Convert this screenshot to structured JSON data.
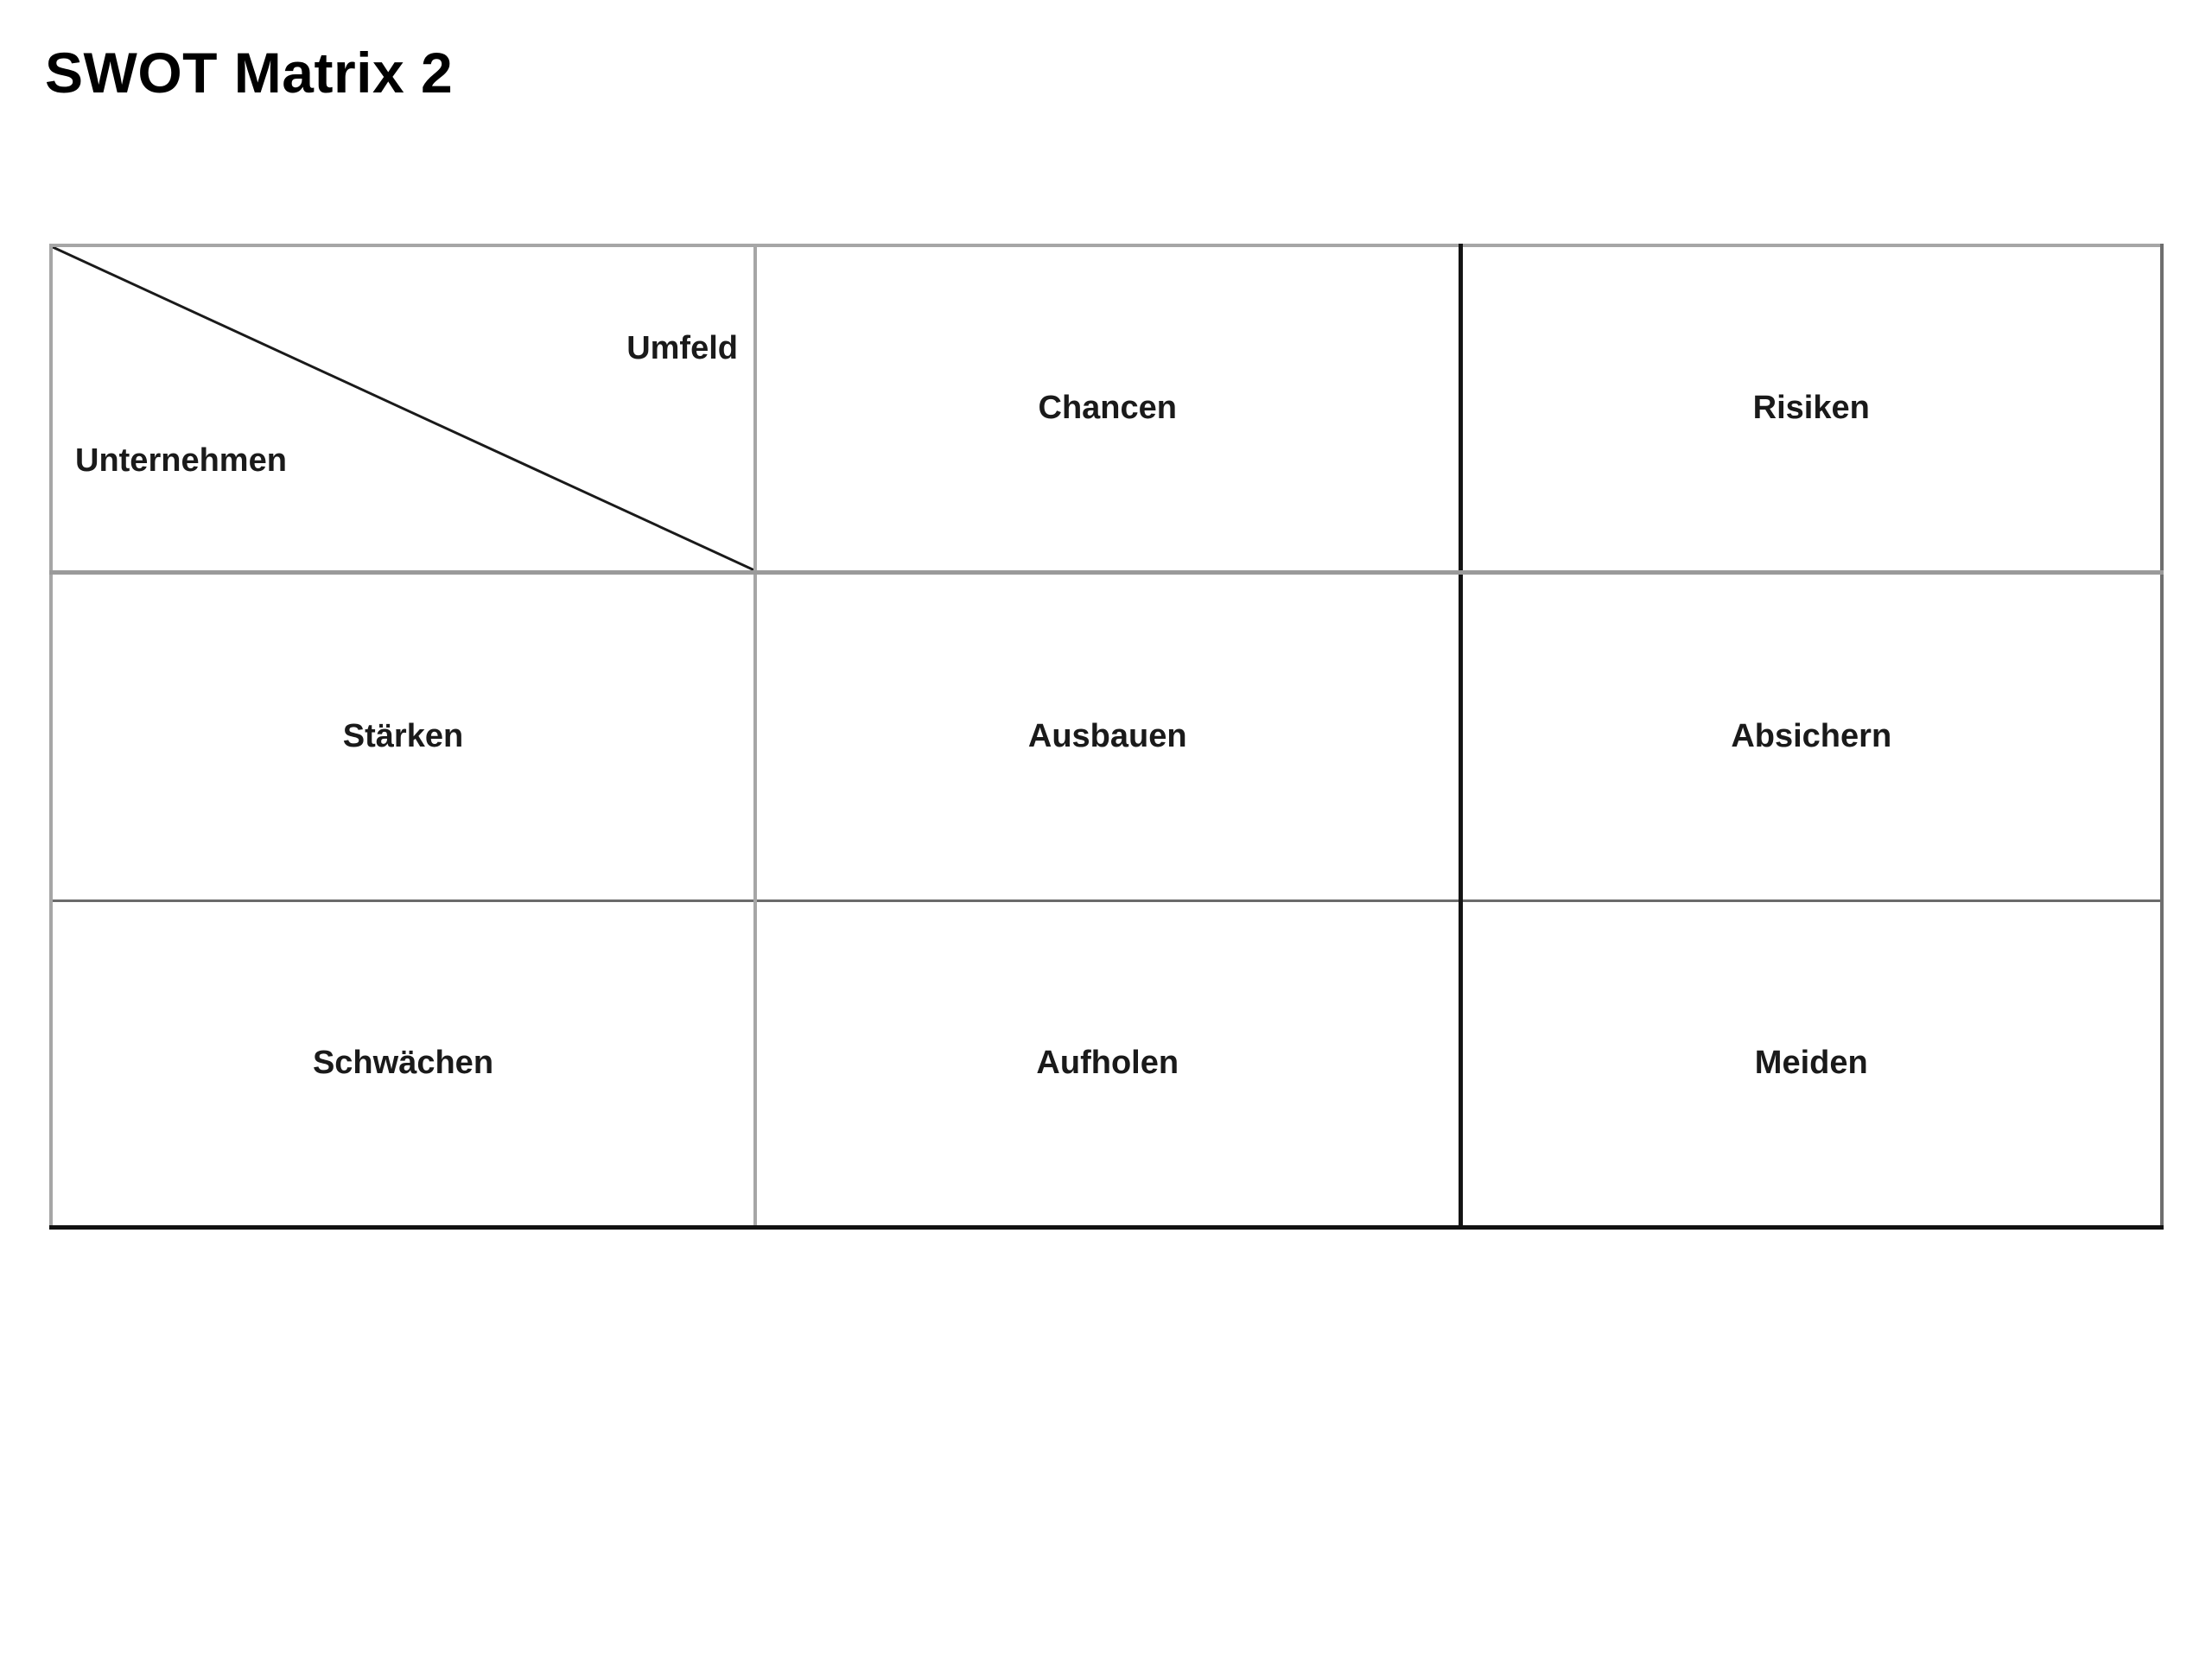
{
  "slide": {
    "title": "SWOT Matrix 2"
  },
  "matrix": {
    "header_cell": {
      "column_axis_label": "Umfeld",
      "row_axis_label": "Unternehmen",
      "divider": "diagonal-split-line"
    },
    "column_headers": [
      "Chancen",
      "Risiken"
    ],
    "row_headers": [
      "Stärken",
      "Schwächen"
    ],
    "cells": [
      [
        "Ausbauen",
        "Absichern"
      ],
      [
        "Aufholen",
        "Meiden"
      ]
    ]
  },
  "colors": {
    "text": "#1a1a1a",
    "title": "#000000",
    "grid_light": "#a6a6a6",
    "grid_dark": "#141414",
    "background": "#ffffff"
  },
  "chart_data": {
    "type": "table",
    "title": "SWOT Matrix 2",
    "corner_label_column": "Umfeld",
    "corner_label_row": "Unternehmen",
    "columns": [
      "Chancen",
      "Risiken"
    ],
    "rows": [
      "Stärken",
      "Schwächen"
    ],
    "values": [
      [
        "Ausbauen",
        "Absichern"
      ],
      [
        "Aufholen",
        "Meiden"
      ]
    ],
    "grid": true,
    "legend": "none"
  }
}
